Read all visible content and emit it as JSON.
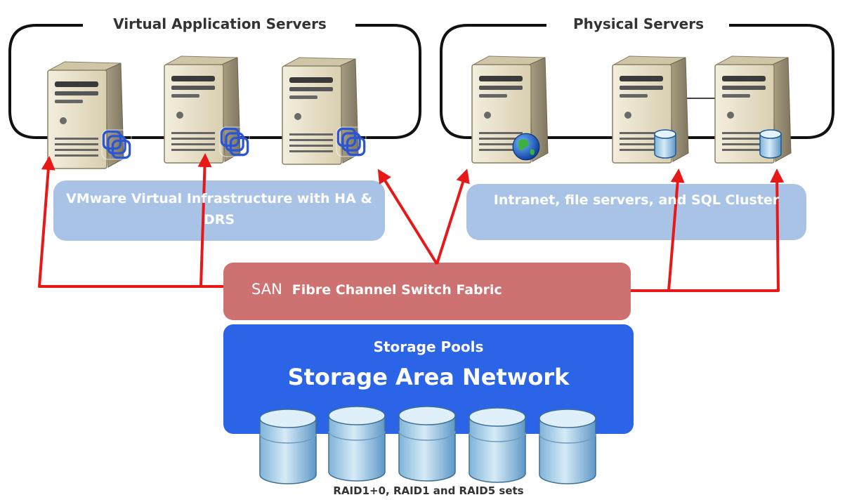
{
  "groups": {
    "virtual": {
      "title": "Virtual Application Servers",
      "caption": "VMware Virtual Infrastructure with HA & DRS"
    },
    "physical": {
      "title": "Physical Servers",
      "caption": "Intranet, file servers, and SQL Cluster"
    }
  },
  "san": {
    "tag": "SAN",
    "label": "Fibre Channel Switch Fabric"
  },
  "storage": {
    "subtitle": "Storage Pools",
    "title": "Storage Area Network",
    "raid_caption": "RAID1+0, RAID1 and RAID5 sets"
  },
  "colors": {
    "frame": "#111111",
    "pill": "#a9c3e6",
    "san": "#cd7270",
    "storage": "#2b64e6",
    "arrow": "#e81818",
    "cylinder": "#a8cfe8",
    "server_body": "#e9e2cc"
  },
  "icons": [
    "server-icon",
    "vmware-icon",
    "globe-icon",
    "database-icon",
    "disk-cylinder-icon",
    "arrow-icon"
  ]
}
